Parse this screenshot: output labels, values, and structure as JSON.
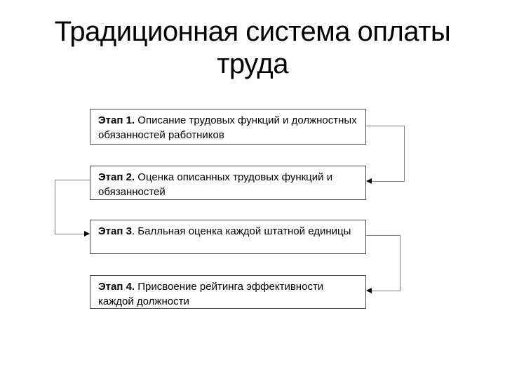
{
  "slide": {
    "title": {
      "full": "Традиционная система оплаты труда",
      "lines": [
        "Традиционная система оплаты",
        "труда"
      ]
    },
    "steps": [
      {
        "label": "Этап 1.",
        "text": " Описание трудовых функций и должностных обязанностей работников"
      },
      {
        "label": "Этап 2.",
        "text": " Оценка описанных трудовых функций и обязанностей"
      },
      {
        "label": "Этап 3",
        "text": ". Балльная оценка каждой штатной единицы"
      },
      {
        "label": "Этап 4.",
        "text": " Присвоение рейтинга эффективности каждой должности"
      }
    ],
    "connections": [
      {
        "from": "step-1",
        "to": "step-2",
        "side": "right"
      },
      {
        "from": "step-2",
        "to": "step-3",
        "side": "left"
      },
      {
        "from": "step-3",
        "to": "step-4",
        "side": "right"
      }
    ],
    "colors": {
      "background": "#ffffff",
      "text": "#000000",
      "box_border": "#4a4a4a",
      "connector": "#7f7f7f",
      "arrowhead": "#000000"
    }
  }
}
